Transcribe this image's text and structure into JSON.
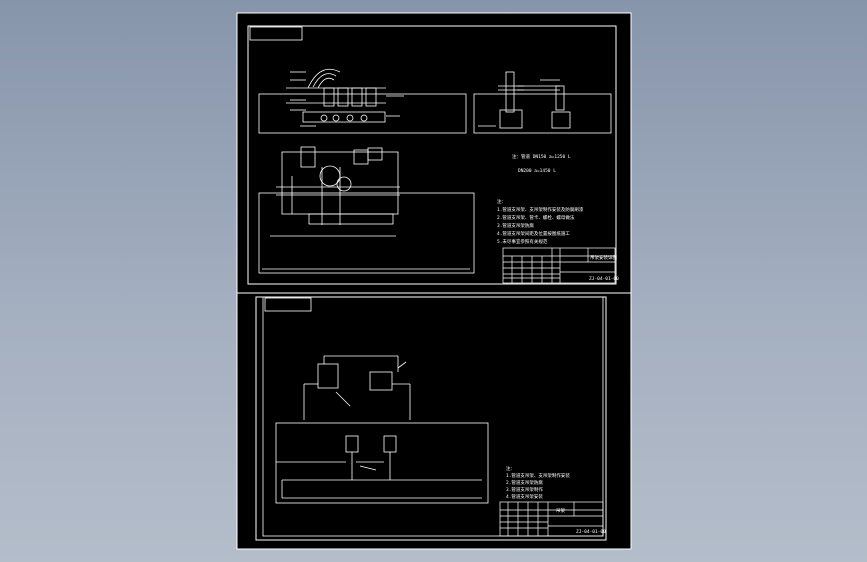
{
  "colors": {
    "background_top": "#8795ab",
    "background_bottom": "#b4bdca",
    "sheet": "#000000",
    "line": "#ffffff"
  },
  "sheet1": {
    "title_block": {
      "name": "吊架安装详图",
      "drawing_no": "ZJ-04-01-00"
    },
    "formula_lines": [
      "注：管道 DN150 a=1250  L",
      "DN200 a=1450  L"
    ],
    "notes": [
      "注：",
      "1.管道支吊架、支吊架制作安装及防腐刷漆",
      "2.管道支吊架、管卡、螺栓、螺母做法",
      "3.管道支吊架防腐",
      "4.管道支吊架间距及位置按图纸施工",
      "5.未尽事宜参照有关规范"
    ]
  },
  "sheet2": {
    "title_block": {
      "name": "吊架",
      "drawing_no": "ZJ-04-01-00"
    },
    "notes": [
      "注：",
      "1.管道支吊架、支吊架制作安装",
      "2.管道支吊架防腐",
      "3.管道支吊架制作",
      "4.管道支吊架安装"
    ]
  }
}
